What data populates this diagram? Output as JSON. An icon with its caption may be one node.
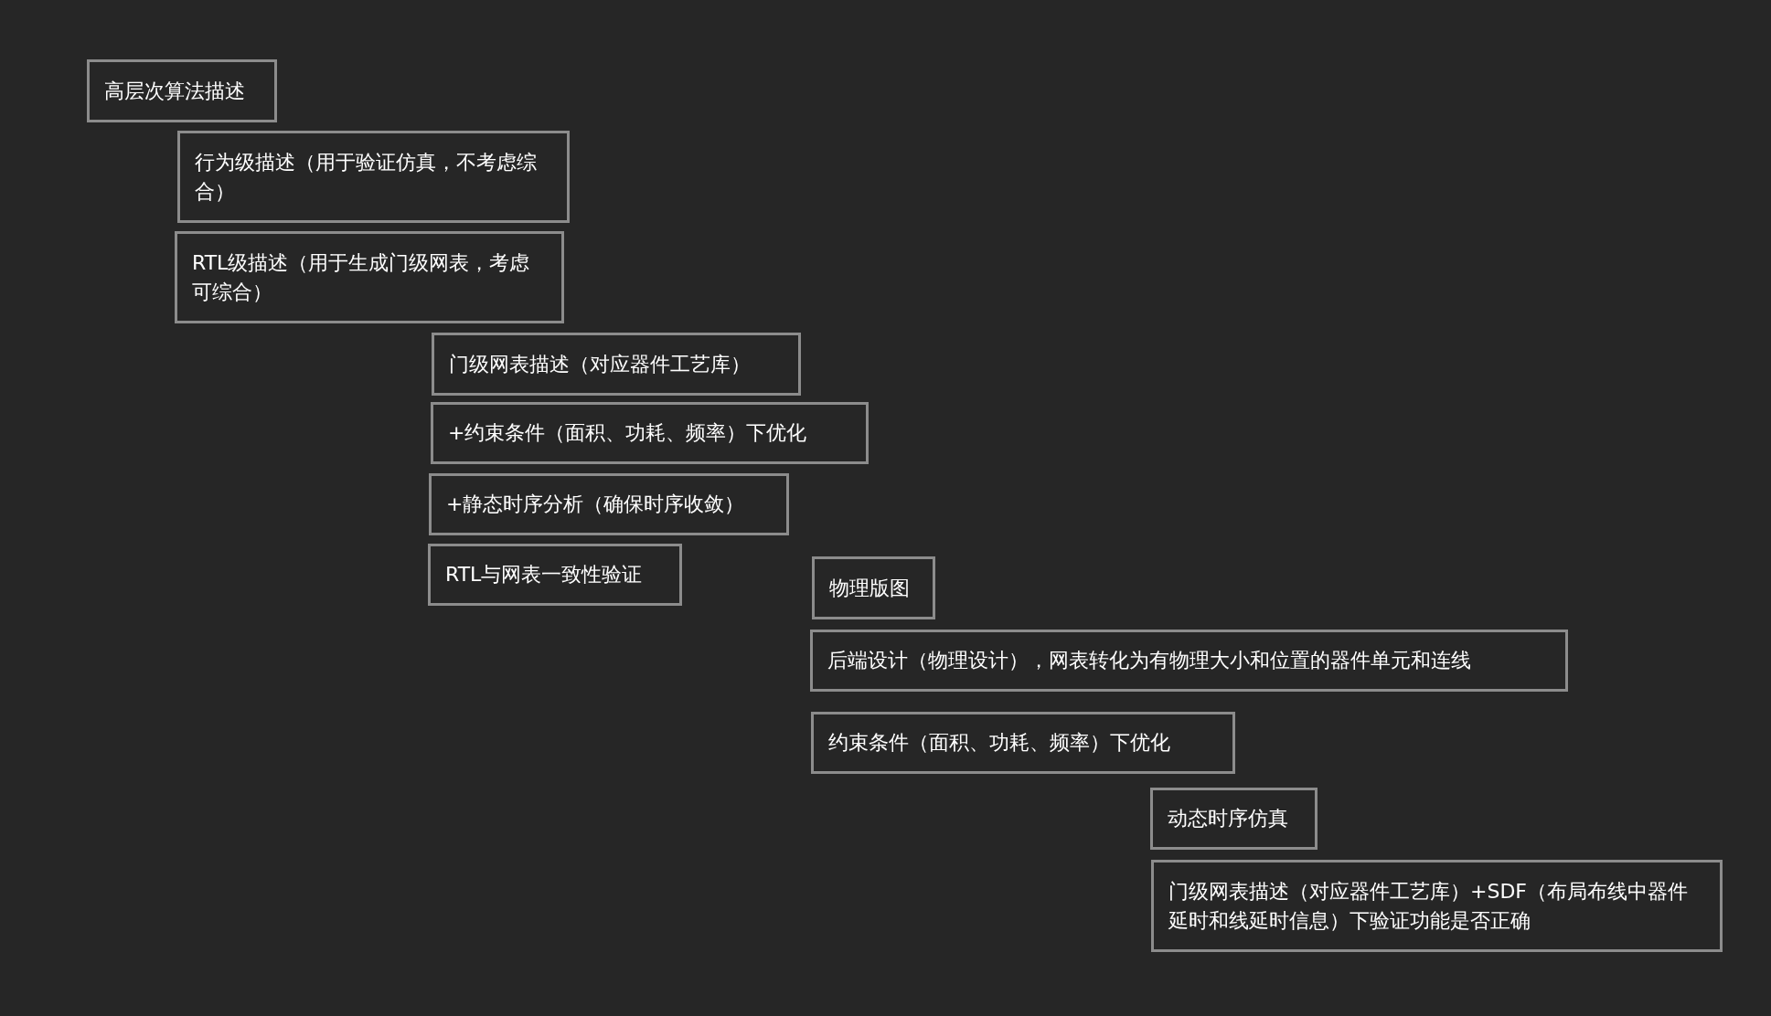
{
  "diagram": {
    "nodes": [
      {
        "text": [
          "高层次算法描述"
        ]
      },
      {
        "text": [
          "行为级描述（用于验证仿真，不考虑综合）"
        ]
      },
      {
        "text": [
          "RTL级描述（用于生成门级网表，考虑可综合）"
        ]
      },
      {
        "text": [
          "门级网表描述（对应器件工艺库）"
        ]
      },
      {
        "text": [
          "+约束条件（面积、功耗、频率）下优化"
        ]
      },
      {
        "text": [
          "+静态时序分析（确保时序收敛）"
        ]
      },
      {
        "text": [
          "RTL与网表一致性验证"
        ]
      },
      {
        "text": [
          "物理版图"
        ]
      },
      {
        "text": [
          "后端设计（物理设计），网表转化为有物理大小和位置的器件单元和连线"
        ]
      },
      {
        "text": [
          "约束条件（面积、功耗、频率）下优化"
        ]
      },
      {
        "text": [
          "动态时序仿真"
        ]
      },
      {
        "text": [
          "门级网表描述（对应器件工艺库）+SDF（布局布线中器件延时和线延时信息）下验证功能是否正确"
        ]
      }
    ]
  }
}
